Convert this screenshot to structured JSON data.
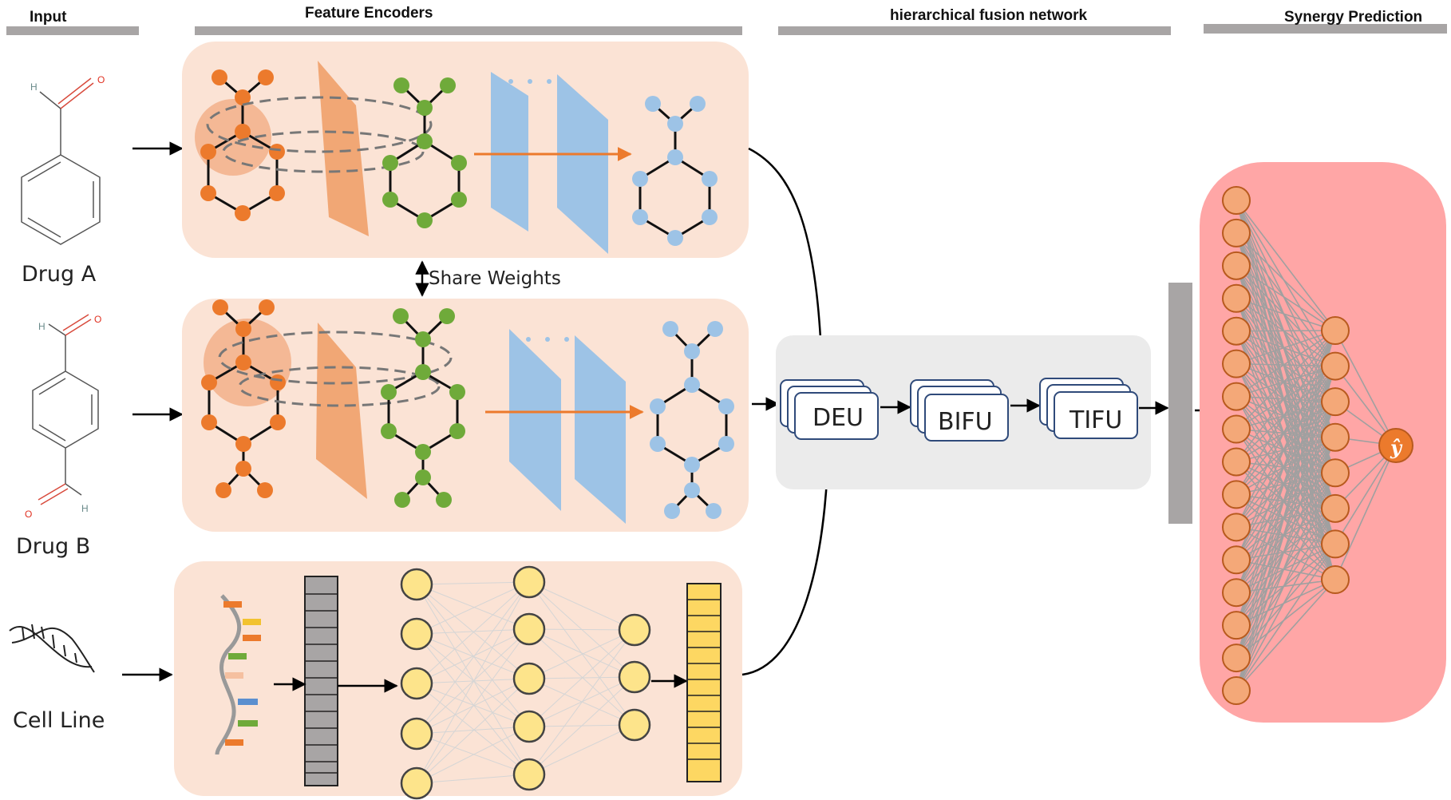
{
  "headers": {
    "input": "Input",
    "encoders": "Feature Encoders",
    "fusion": "hierarchical fusion network",
    "prediction": "Synergy Prediction"
  },
  "inputs": {
    "drug_a": "Drug A",
    "drug_b": "Drug B",
    "cell_line": "Cell Line"
  },
  "atoms": {
    "h": "H",
    "o": "O"
  },
  "share_weights": "Share Weights",
  "fusion_units": {
    "deu": "DEU",
    "bifu": "BIFU",
    "tifu": "TIFU"
  },
  "output_symbol": "ŷ",
  "colors": {
    "encoder_panel": "#fbe3d5",
    "fusion_panel": "#ebebeb",
    "prediction_panel": "#ffa6a6",
    "orange_node": "#ec7a2c",
    "green_node": "#6faa3a",
    "blue_node": "#9dc3e6",
    "yellow_node": "#fde48b",
    "gray_bar": "#a8a5a5"
  },
  "mlp_layers": {
    "input_nodes": 16,
    "hidden_nodes": 8,
    "output_nodes": 1
  }
}
